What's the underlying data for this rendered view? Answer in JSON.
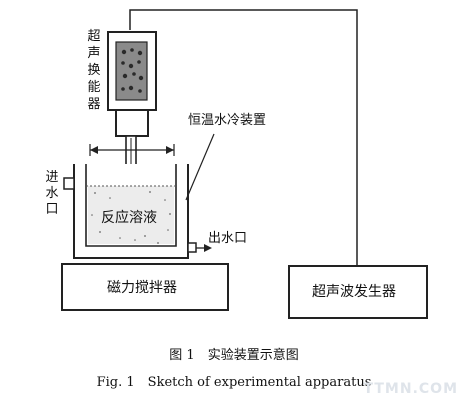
{
  "labels": {
    "transducer": "超声换能器",
    "cooling": "恒温水冷装置",
    "inlet": "进水口",
    "liquid": "反应溶液",
    "outlet": "出水口",
    "stirrer": "磁力搅拌器",
    "generator": "超声波发生器"
  },
  "caption": {
    "zh": "图 1　实验装置示意图",
    "en": "Fig. 1　Sketch of experimental apparatus"
  },
  "watermark": "TTMN.COM"
}
